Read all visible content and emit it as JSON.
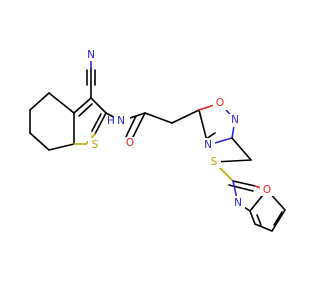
{
  "diagram": {
    "atoms": {
      "nitrile_c": "C",
      "nitrile_n": "N",
      "amide_n": "N",
      "amide_h": "H",
      "thiophene_s": "S",
      "carbonyl_o": "O",
      "oxadiazole_o": "O",
      "oxadiazole_n1": "N",
      "oxadiazole_n2": "N",
      "thioether_s": "S",
      "benzoxazole_n": "N",
      "benzoxazole_o": "O"
    },
    "colors": {
      "carbon": "#000000",
      "nitrogen": "#2a24d9",
      "oxygen": "#ea1f1f",
      "sulfur": "#b8a600"
    }
  }
}
